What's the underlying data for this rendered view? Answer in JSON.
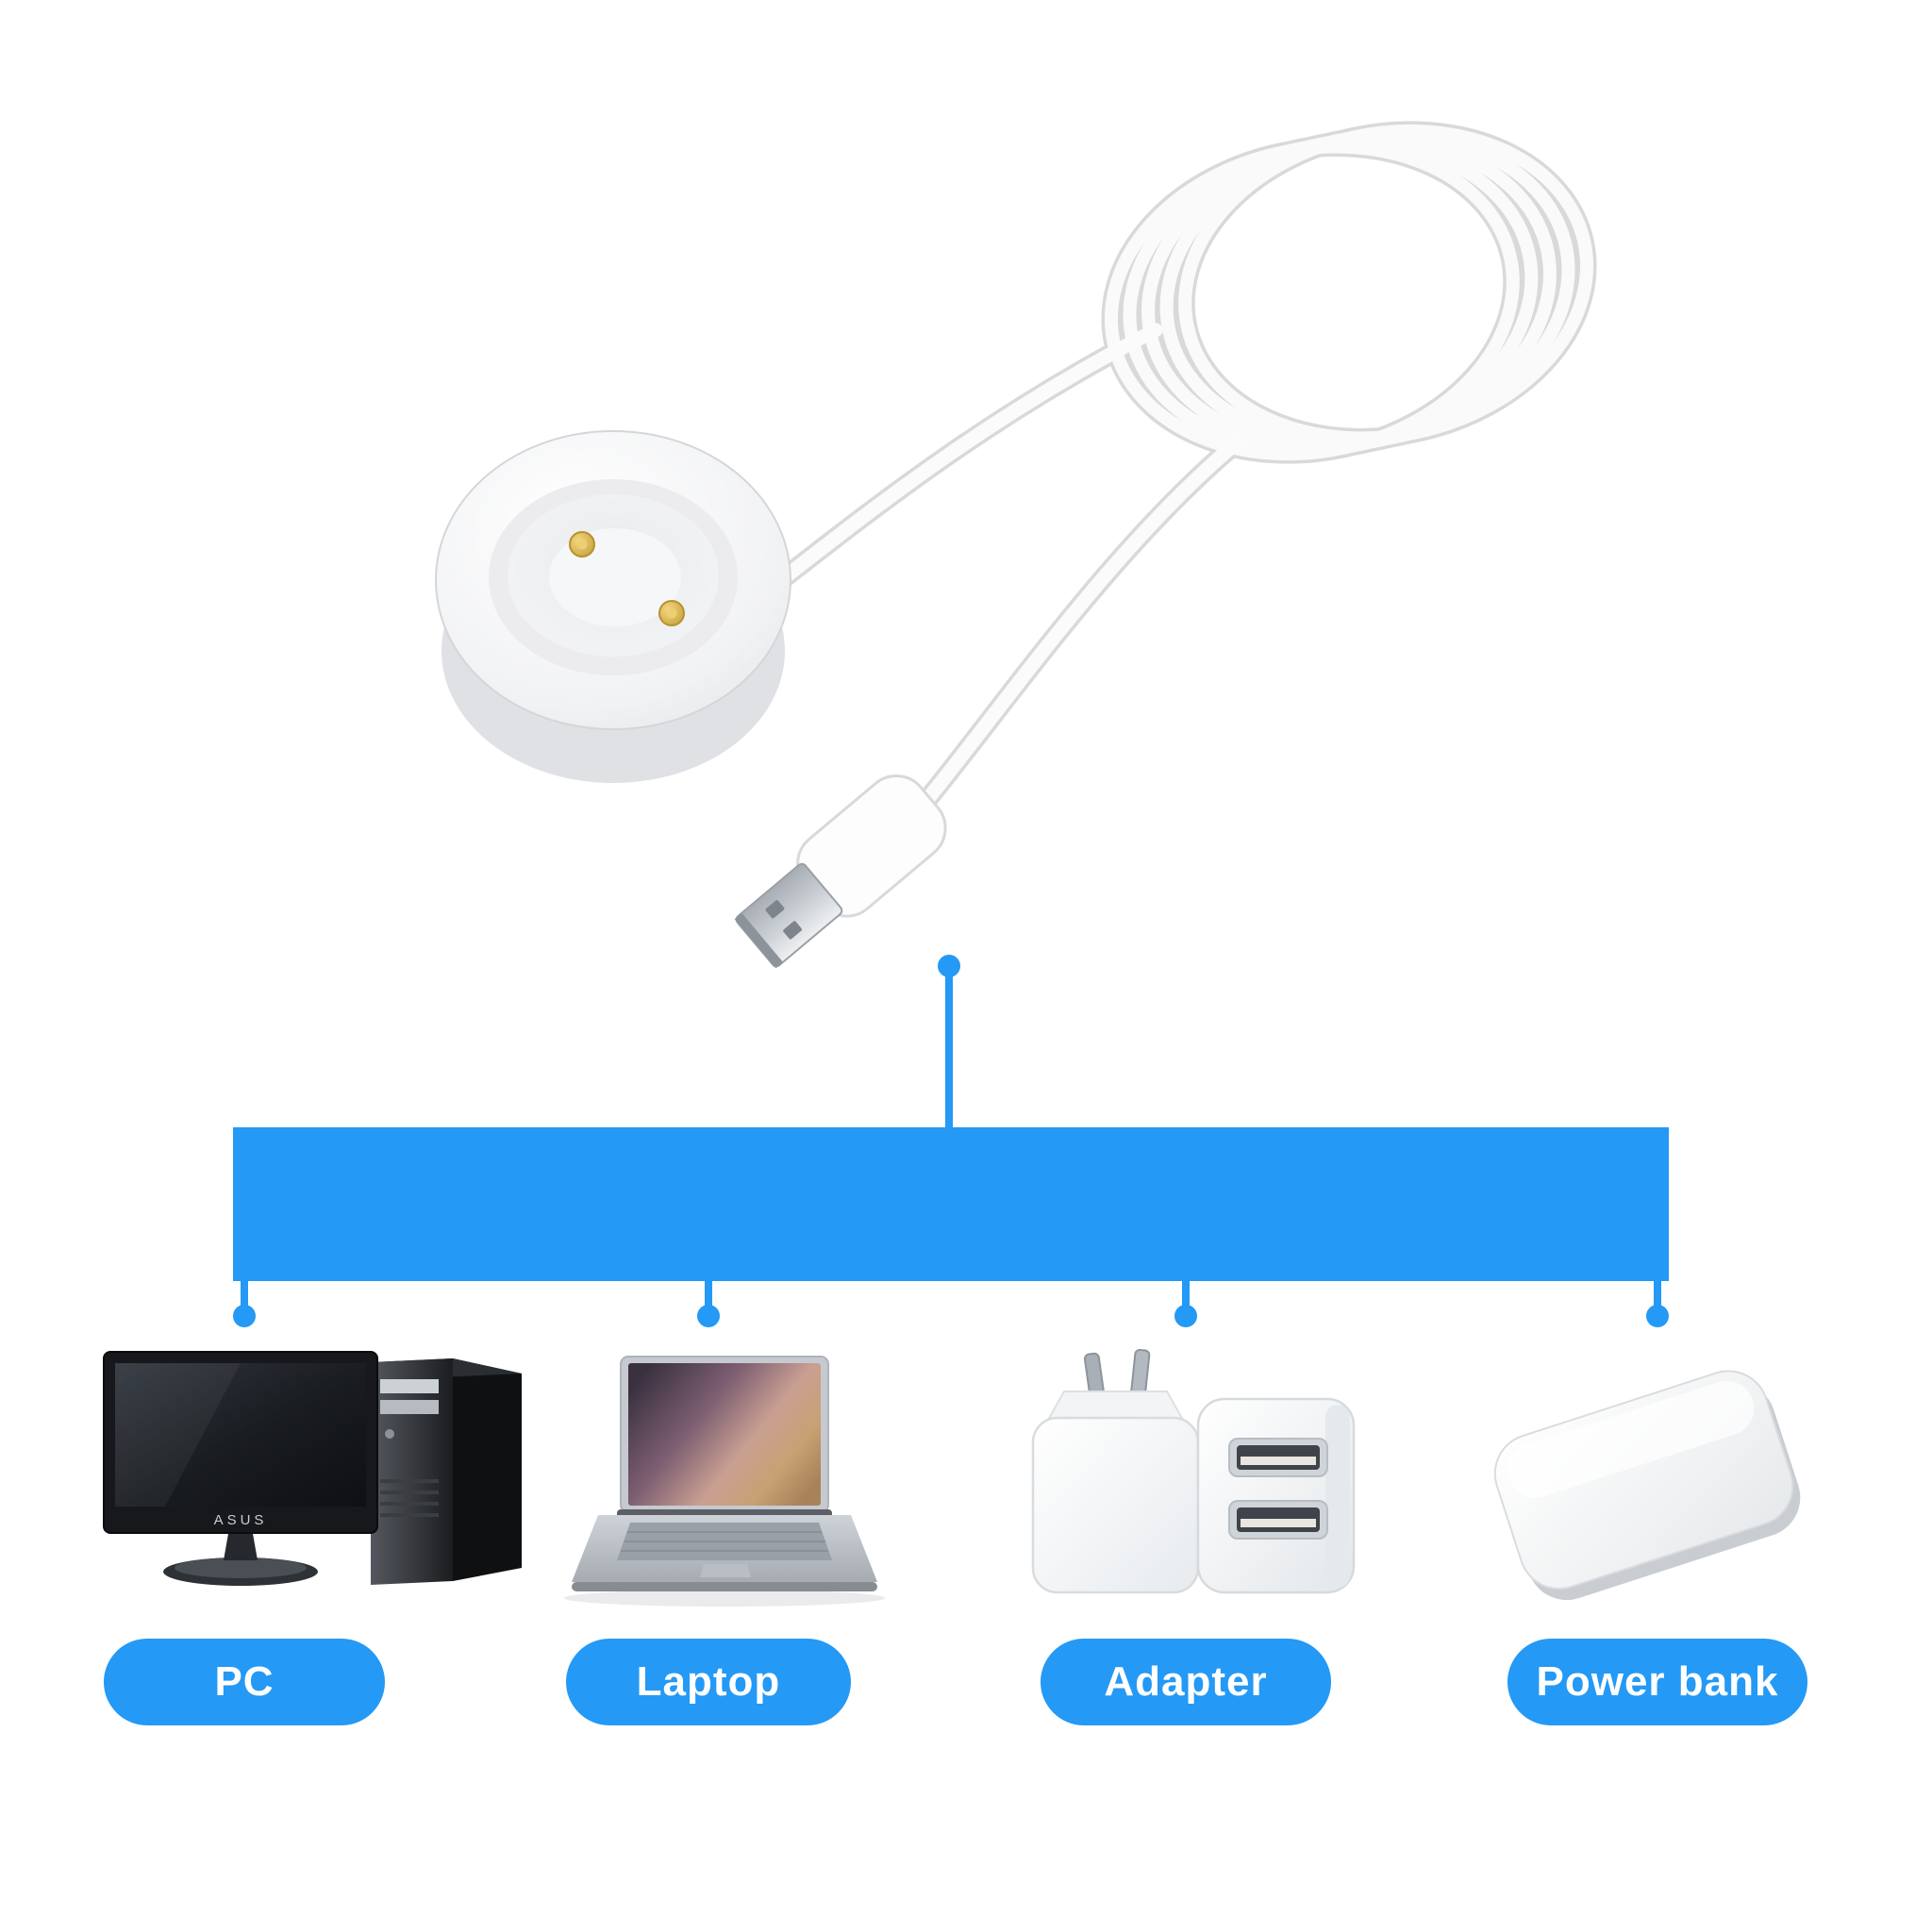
{
  "colors": {
    "accent": "#2499F5"
  },
  "connections": {
    "targets": [
      {
        "label": "PC"
      },
      {
        "label": "Laptop"
      },
      {
        "label": "Adapter"
      },
      {
        "label": "Power bank"
      }
    ]
  },
  "devices": {
    "pc_brand": "ASUS"
  }
}
